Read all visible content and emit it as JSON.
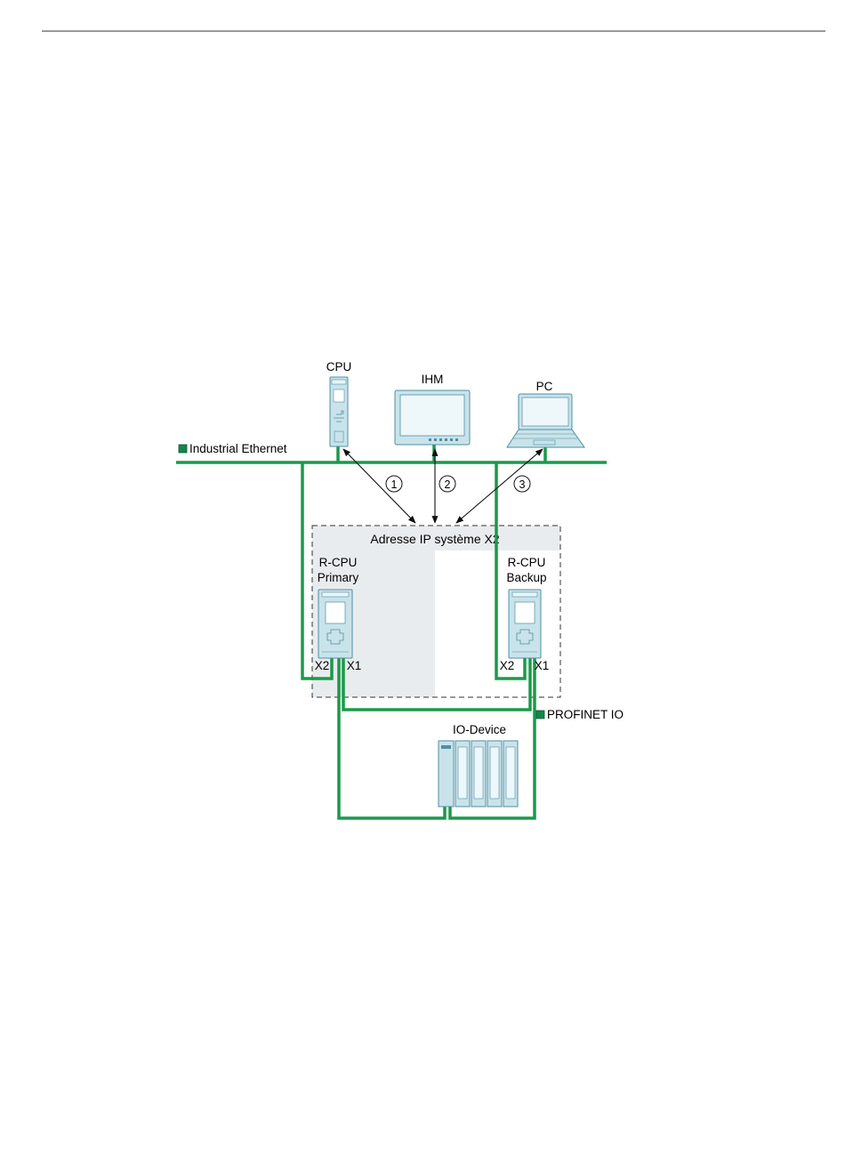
{
  "labels": {
    "industrial_ethernet": "Industrial Ethernet",
    "profinet_io": "PROFINET IO",
    "cpu": "CPU",
    "hmi": "IHM",
    "pc": "PC",
    "system_ip": "Adresse IP système X2",
    "rcpu_primary_line1": "R-CPU",
    "rcpu_primary_line2": "Primary",
    "rcpu_backup_line1": "R-CPU",
    "rcpu_backup_line2": "Backup",
    "io_device": "IO-Device",
    "primary_x2": "X2",
    "primary_x1": "X1",
    "backup_x2": "X2",
    "backup_x1": "X1"
  },
  "callouts": [
    "1",
    "2",
    "3"
  ],
  "colors": {
    "network_green": "#1a9a4a",
    "legend_green": "#14854a",
    "device_fill": "#c9e3ea",
    "device_stroke": "#4f8fa3",
    "region_fill": "#e9ecee",
    "header_band": "#e9ecee"
  },
  "icons": [
    "cpu-device-icon",
    "hmi-panel-icon",
    "laptop-pc-icon",
    "r-cpu-icon",
    "io-device-icon"
  ]
}
